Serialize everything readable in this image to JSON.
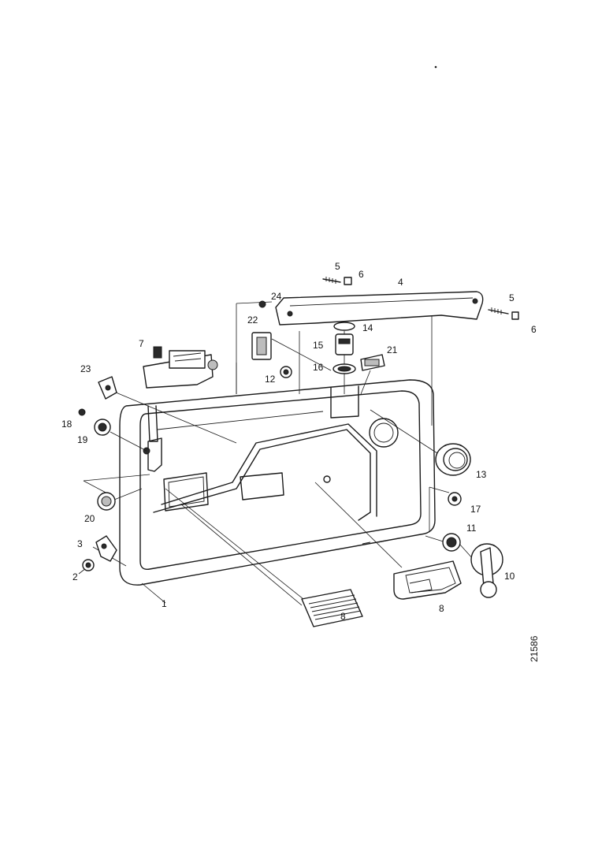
{
  "diagram": {
    "labels": {
      "p1": "1",
      "p2": "2",
      "p3": "3",
      "p4": "4",
      "p5a": "5",
      "p5b": "5",
      "p6a": "6",
      "p6b": "6",
      "p7": "7",
      "p8a": "8",
      "p8b": "8",
      "p10": "10",
      "p11": "11",
      "p12": "12",
      "p13": "13",
      "p14": "14",
      "p15": "15",
      "p16": "16",
      "p17": "17",
      "p18": "18",
      "p19": "19",
      "p20": "20",
      "p21": "21",
      "p22": "22",
      "p23": "23",
      "p24": "24"
    },
    "reference_code": "21586"
  }
}
